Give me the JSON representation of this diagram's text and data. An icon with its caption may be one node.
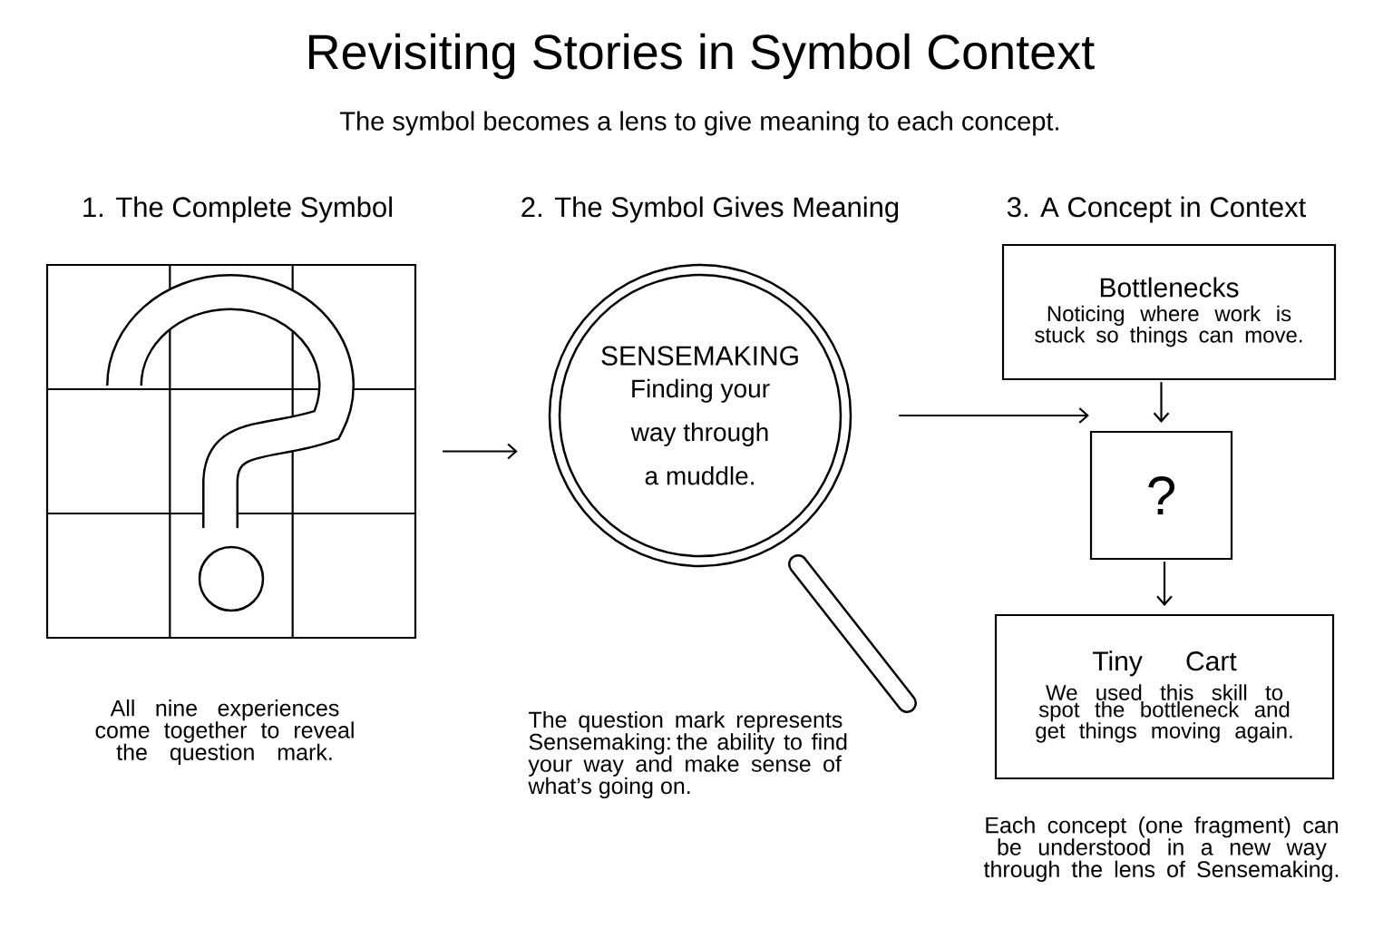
{
  "diagram": {
    "title": "Revisiting Stories in Symbol Context",
    "nodes": [
      {
        "text": [],
        "shape": "box",
        "beside": [
          "All nine experiences come together to reveal the question mark."
        ]
      },
      {
        "text": [
          "SENSEMAKING",
          "Finding your way through a muddle."
        ],
        "beside": [
          "The question mark represents Sensemaking: the ability to find your way and make sense of what’s going on."
        ]
      },
      {
        "text": [
          "Bottlenecks",
          "Noticing where work is stuck so things can move."
        ]
      },
      {
        "text": [
          "?"
        ]
      },
      {
        "text": [
          "Tiny Cart",
          "We used this skill to spot the bottleneck and get things moving again."
        ],
        "beside": [
          "Each concept (one fragment) can be understood in a new way through the lens of Sensemaking."
        ]
      }
    ],
    "edges": [
      {
        "from": 0,
        "to": 1,
        "arrow": "to"
      },
      {
        "from": 1,
        "to": 3,
        "arrow": "to"
      },
      {
        "from": 2,
        "to": 3,
        "arrow": "to"
      },
      {
        "from": 3,
        "to": 4,
        "arrow": "to"
      }
    ],
    "labels": [
      "The symbol becomes a lens to give meaning to each concept.",
      "1. The Complete Symbol",
      "2. The Symbol Gives Meaning",
      "3. A Concept in Context"
    ]
  }
}
